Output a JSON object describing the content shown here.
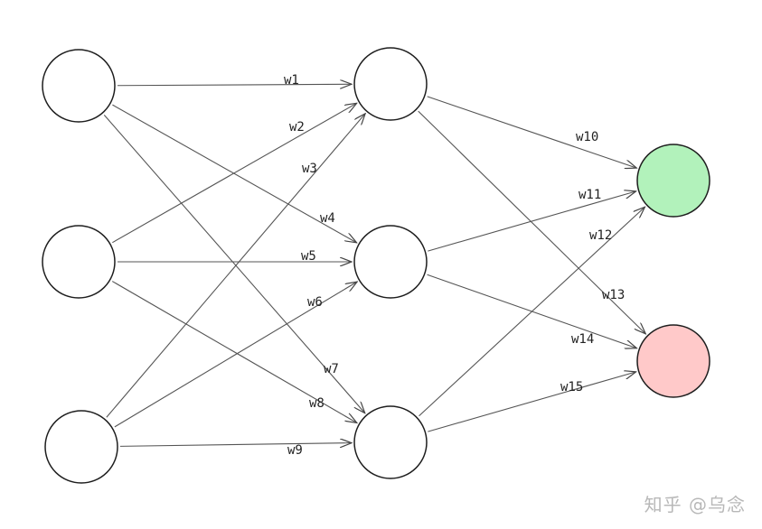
{
  "nodes": [
    {
      "id": "in1",
      "layer": "input",
      "fill": "#ffffff"
    },
    {
      "id": "in2",
      "layer": "input",
      "fill": "#ffffff"
    },
    {
      "id": "in3",
      "layer": "input",
      "fill": "#ffffff"
    },
    {
      "id": "h1",
      "layer": "hidden",
      "fill": "#ffffff"
    },
    {
      "id": "h2",
      "layer": "hidden",
      "fill": "#ffffff"
    },
    {
      "id": "h3",
      "layer": "hidden",
      "fill": "#ffffff"
    },
    {
      "id": "o1",
      "layer": "output",
      "fill": "#b2f2bb"
    },
    {
      "id": "o2",
      "layer": "output",
      "fill": "#ffc9c9"
    }
  ],
  "edges": [
    {
      "from": "in1",
      "to": "h1",
      "label": "w1"
    },
    {
      "from": "in2",
      "to": "h1",
      "label": "w2"
    },
    {
      "from": "in3",
      "to": "h1",
      "label": "w3"
    },
    {
      "from": "in1",
      "to": "h2",
      "label": "w4"
    },
    {
      "from": "in2",
      "to": "h2",
      "label": "w5"
    },
    {
      "from": "in3",
      "to": "h2",
      "label": "w6"
    },
    {
      "from": "in1",
      "to": "h3",
      "label": "w7"
    },
    {
      "from": "in2",
      "to": "h3",
      "label": "w8"
    },
    {
      "from": "in3",
      "to": "h3",
      "label": "w9"
    },
    {
      "from": "h1",
      "to": "o1",
      "label": "w10"
    },
    {
      "from": "h2",
      "to": "o1",
      "label": "w11"
    },
    {
      "from": "h3",
      "to": "o1",
      "label": "w12"
    },
    {
      "from": "h1",
      "to": "o2",
      "label": "w13"
    },
    {
      "from": "h2",
      "to": "o2",
      "label": "w14"
    },
    {
      "from": "h3",
      "to": "o2",
      "label": "w15"
    }
  ],
  "watermark": "知乎 @乌念"
}
